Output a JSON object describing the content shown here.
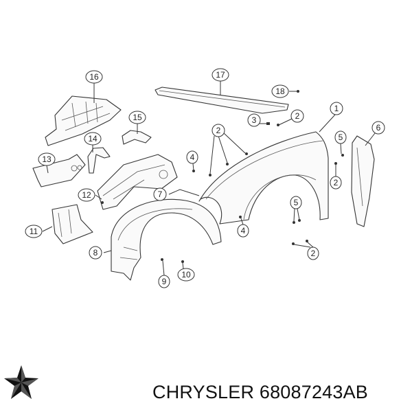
{
  "diagram": {
    "callouts": [
      "16",
      "17",
      "18",
      "1",
      "3",
      "2",
      "2",
      "15",
      "14",
      "6",
      "5",
      "13",
      "4",
      "2",
      "12",
      "7",
      "5",
      "11",
      "4",
      "8",
      "2",
      "10",
      "9"
    ]
  },
  "footer": {
    "brand": "CHRYSLER",
    "part_number": "68087243AB",
    "logo_icon": "chrysler-pentastar-icon"
  }
}
